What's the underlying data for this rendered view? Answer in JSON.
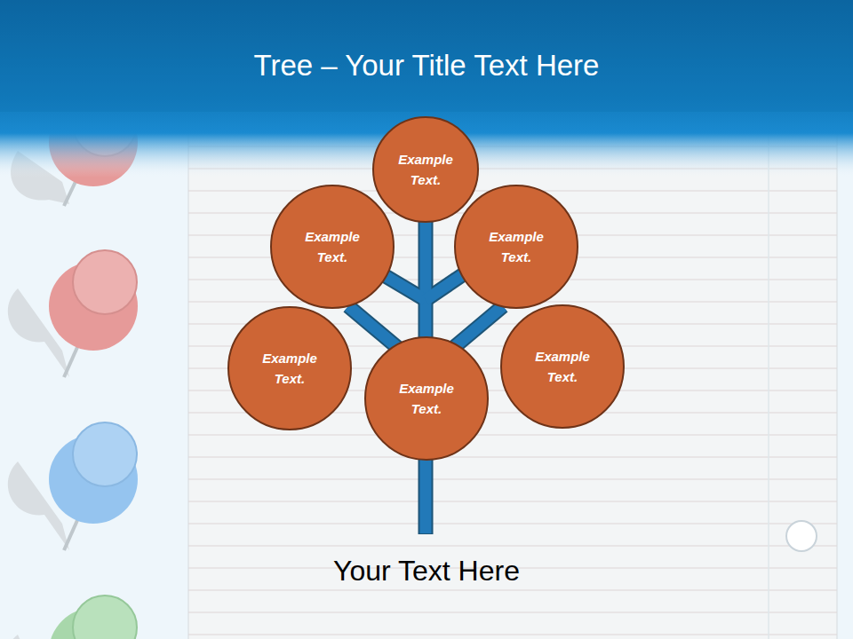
{
  "diagram": {
    "title": "Tree – Your Title Text Here",
    "caption": "Your Text Here",
    "nodes": [
      {
        "text": [
          "Example Text."
        ]
      },
      {
        "text": [
          "Example Text."
        ]
      },
      {
        "text": [
          "Example Text."
        ]
      },
      {
        "text": [
          "Example Text."
        ]
      },
      {
        "text": [
          "Example Text."
        ]
      },
      {
        "text": [
          "Example Text."
        ]
      }
    ]
  }
}
